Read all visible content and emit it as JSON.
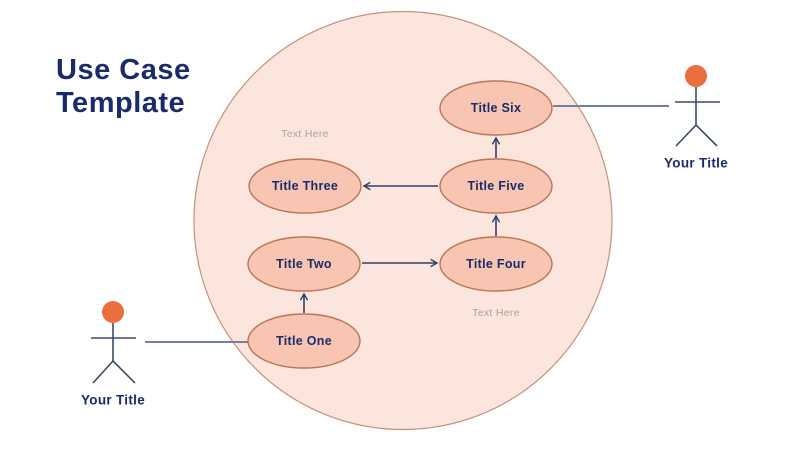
{
  "slide": {
    "title_lines": [
      "Use Case",
      "Template"
    ],
    "title_color": "#1b2a6b"
  },
  "diagram": {
    "system_boundary": {
      "shape": "circle",
      "fill": "#fce5dc",
      "border": "#c2927c"
    },
    "use_cases": [
      {
        "label": "Title One"
      },
      {
        "label": "Title Two"
      },
      {
        "label": "Title Three"
      },
      {
        "label": "Title Four"
      },
      {
        "label": "Title Five"
      },
      {
        "label": "Title Six"
      }
    ],
    "use_case_style": {
      "fill": "#f7c5b1",
      "border": "#bd7355",
      "label_color": "#1c2b6b"
    },
    "connections": [
      {
        "from": "Title One",
        "to": "Title Two",
        "type": "arrow"
      },
      {
        "from": "Title Two",
        "to": "Title Four",
        "type": "arrow"
      },
      {
        "from": "Title Four",
        "to": "Title Five",
        "type": "arrow"
      },
      {
        "from": "Title Five",
        "to": "Title Six",
        "type": "arrow"
      },
      {
        "from": "Title Five",
        "to": "Title Three",
        "type": "arrow"
      },
      {
        "from": "actor-bottom-left",
        "to": "Title One",
        "type": "plain-line"
      },
      {
        "from": "Title Six",
        "to": "actor-top-right",
        "type": "plain-line"
      }
    ],
    "placeholders": [
      {
        "label": "Text Here"
      },
      {
        "label": "Text Here"
      }
    ],
    "actors": [
      {
        "label": "Your Title",
        "position": "bottom-left",
        "head_color": "#ec6d3d"
      },
      {
        "label": "Your Title",
        "position": "top-right",
        "head_color": "#ec6d3d"
      }
    ],
    "arrow_color": "#2e3f6e",
    "connector_color": "#76819e",
    "actor_line_color": "#3d4c68",
    "placeholder_color": "#a9a49e"
  }
}
